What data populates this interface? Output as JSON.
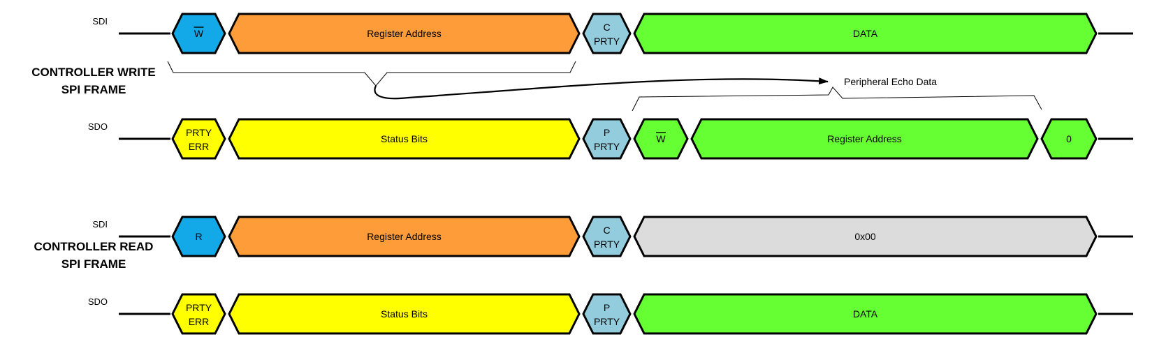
{
  "titles": {
    "write": [
      "CONTROLLER WRITE",
      "SPI FRAME"
    ],
    "read": [
      "CONTROLLER READ",
      "SPI FRAME"
    ]
  },
  "annotation": "Peripheral Echo Data",
  "colors": {
    "blue": "#13a9e8",
    "orange": "#ff9c3a",
    "lightblue": "#93cddd",
    "green": "#66ff33",
    "yellow": "#ffff00",
    "gray": "#dcdcdc",
    "stroke": "#000000"
  },
  "rows": [
    {
      "id": "write-sdi",
      "label": "SDI",
      "segments": [
        {
          "id": "w-bit",
          "lines": [
            "W"
          ],
          "overline": true,
          "color": "blue"
        },
        {
          "id": "register-address",
          "lines": [
            "Register Address"
          ],
          "color": "orange"
        },
        {
          "id": "c-prty",
          "lines": [
            "C",
            "PRTY"
          ],
          "color": "lightblue"
        },
        {
          "id": "data",
          "lines": [
            "DATA"
          ],
          "color": "green"
        }
      ]
    },
    {
      "id": "write-sdo",
      "label": "SDO",
      "segments": [
        {
          "id": "prty-err",
          "lines": [
            "PRTY",
            "ERR"
          ],
          "color": "yellow"
        },
        {
          "id": "status-bits",
          "lines": [
            "Status Bits"
          ],
          "color": "yellow"
        },
        {
          "id": "p-prty",
          "lines": [
            "P",
            "PRTY"
          ],
          "color": "lightblue"
        },
        {
          "id": "w-bit",
          "lines": [
            "W"
          ],
          "overline": true,
          "color": "green"
        },
        {
          "id": "register-address",
          "lines": [
            "Register Address"
          ],
          "color": "green"
        },
        {
          "id": "zero",
          "lines": [
            "0"
          ],
          "color": "green"
        }
      ]
    },
    {
      "id": "read-sdi",
      "label": "SDI",
      "segments": [
        {
          "id": "r-bit",
          "lines": [
            "R"
          ],
          "color": "blue"
        },
        {
          "id": "register-address",
          "lines": [
            "Register Address"
          ],
          "color": "orange"
        },
        {
          "id": "c-prty",
          "lines": [
            "C",
            "PRTY"
          ],
          "color": "lightblue"
        },
        {
          "id": "data",
          "lines": [
            "0x00"
          ],
          "color": "gray"
        }
      ]
    },
    {
      "id": "read-sdo",
      "label": "SDO",
      "segments": [
        {
          "id": "prty-err",
          "lines": [
            "PRTY",
            "ERR"
          ],
          "color": "yellow"
        },
        {
          "id": "status-bits",
          "lines": [
            "Status Bits"
          ],
          "color": "yellow"
        },
        {
          "id": "p-prty",
          "lines": [
            "P",
            "PRTY"
          ],
          "color": "lightblue"
        },
        {
          "id": "data",
          "lines": [
            "DATA"
          ],
          "color": "green"
        }
      ]
    }
  ]
}
